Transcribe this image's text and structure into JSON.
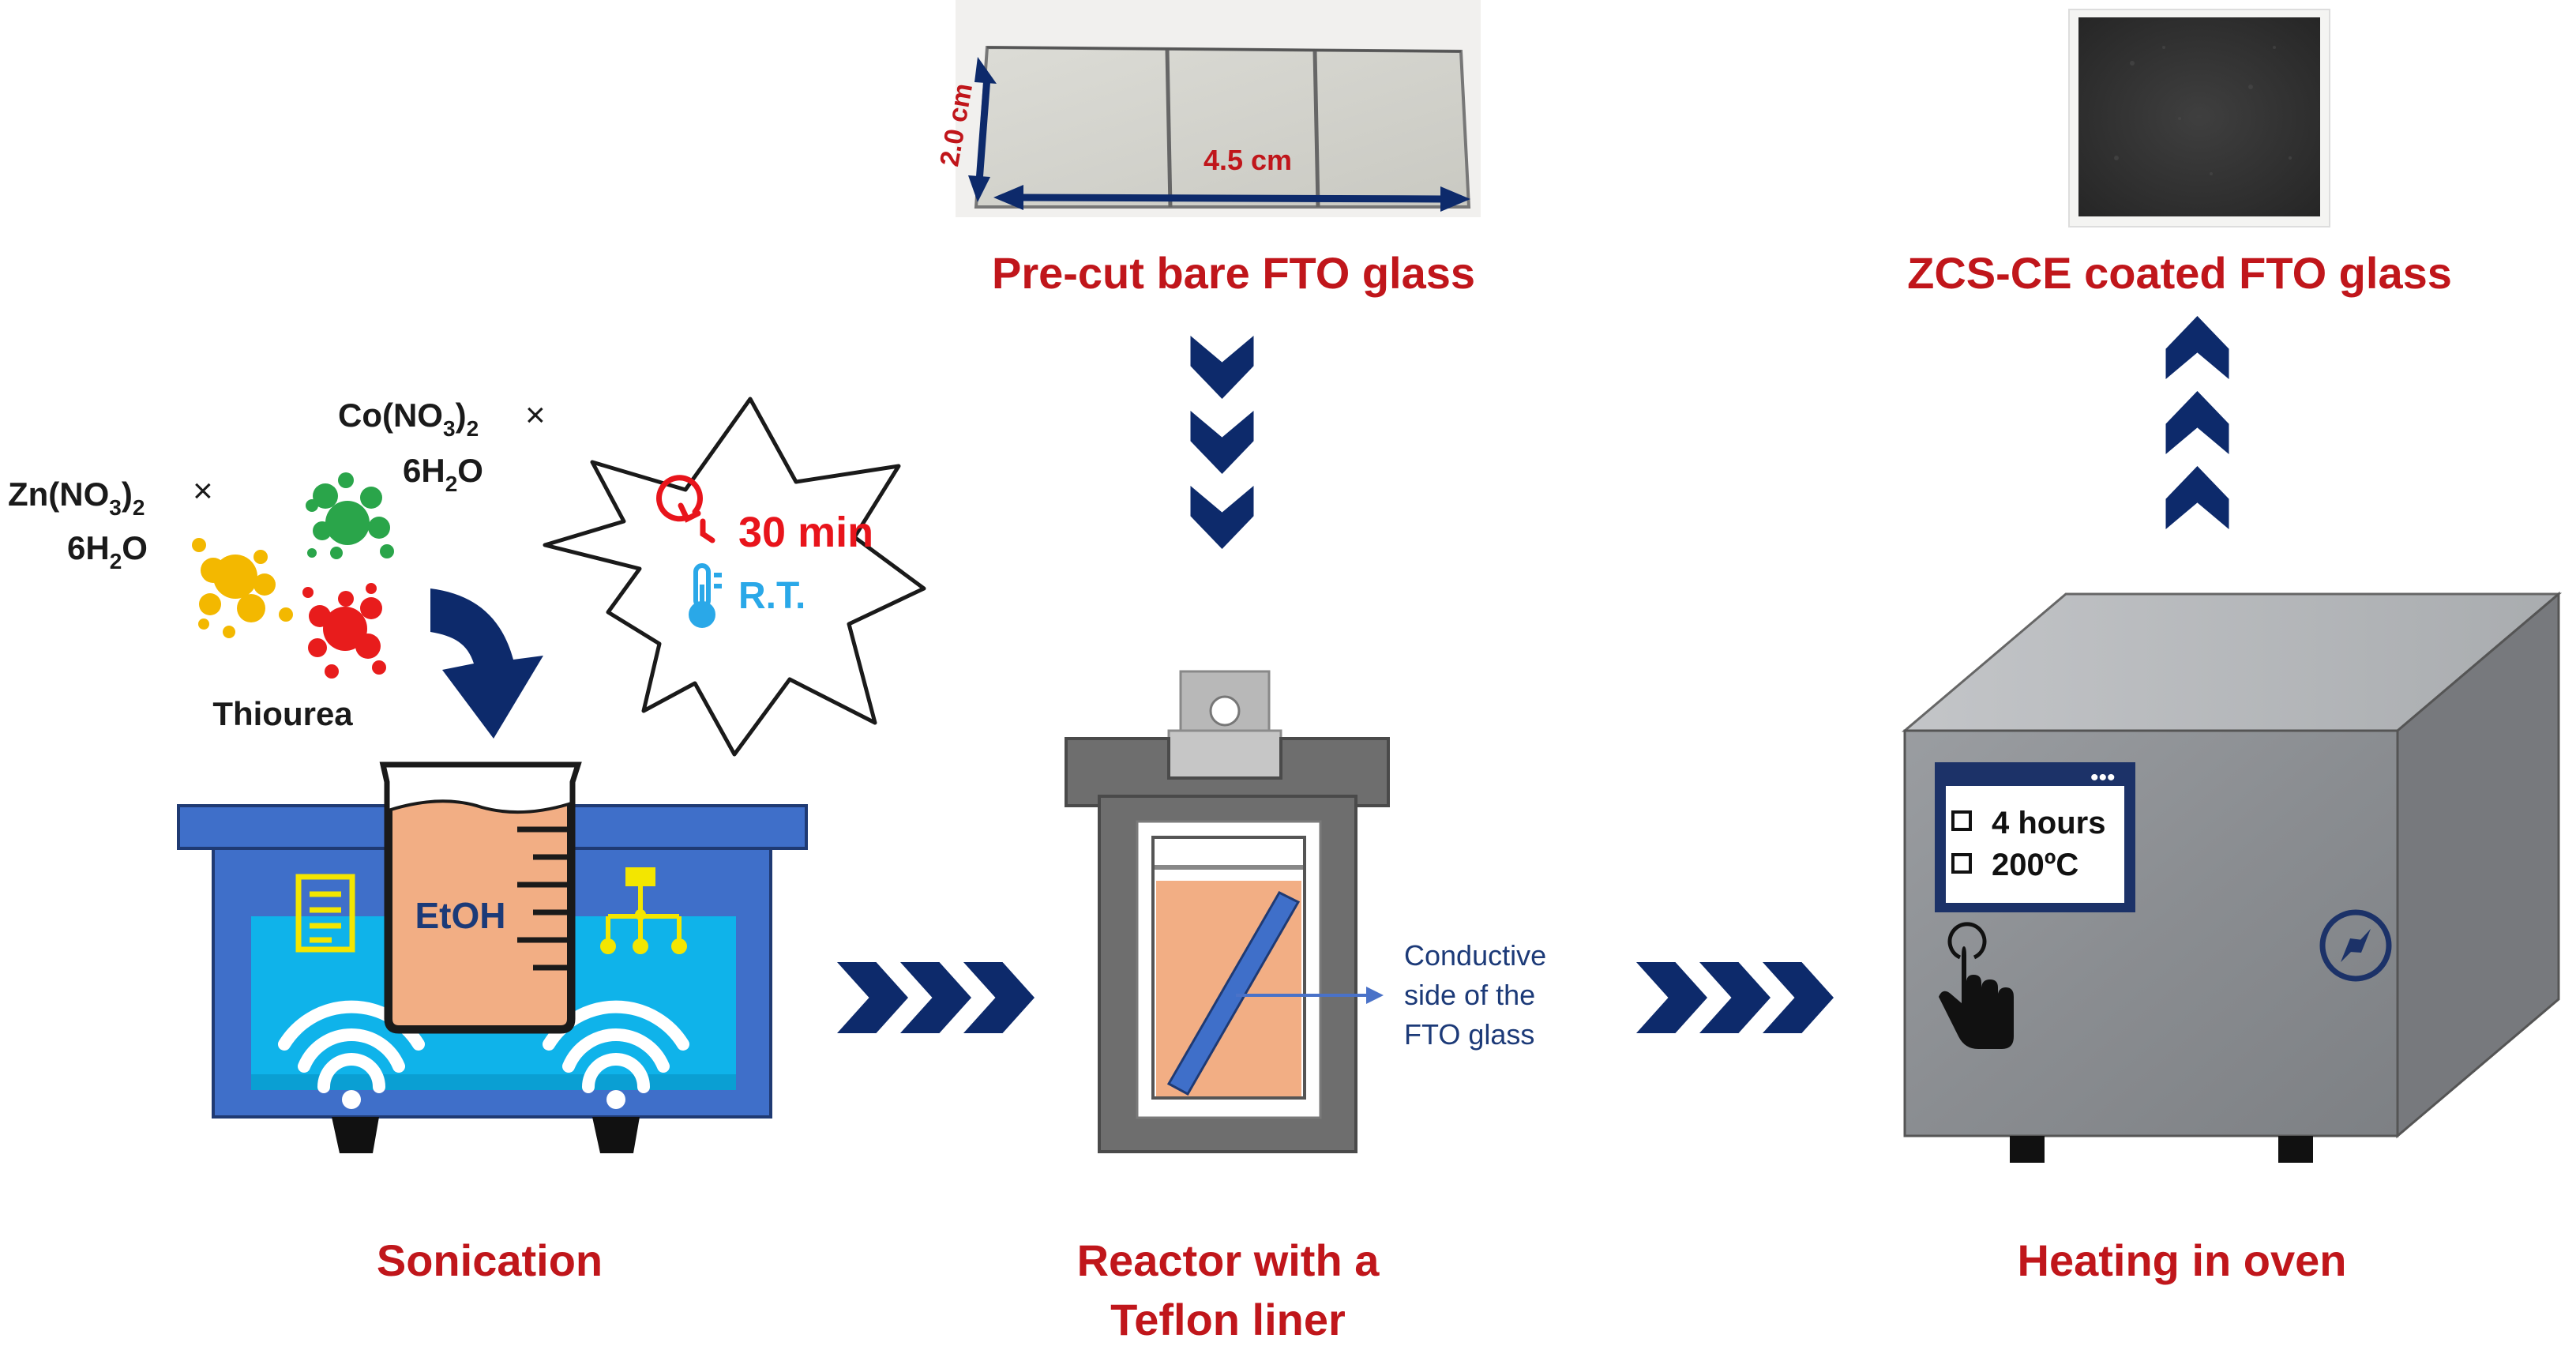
{
  "colors": {
    "label_red": "#c0161b",
    "arrow_navy": "#0d2a6b",
    "tank_blue": "#3f6fc9",
    "water_blue": "#0fb3ea",
    "solution_orange": "#f2ae84",
    "timer_red": "#e8141b",
    "temp_blue": "#2aa8e8",
    "zn_yellow": "#f3b800",
    "co_green": "#2aa54a",
    "thiourea_red": "#e81c1c",
    "oven_gray": "#8a8d91"
  },
  "icons": [
    "clock-icon",
    "thermometer-icon",
    "document-icon",
    "network-icon",
    "wifi-icon",
    "touch-hand-icon",
    "compass-icon",
    "checkbox-icon"
  ],
  "labels": {
    "precut": "Pre-cut bare FTO glass",
    "coated": "ZCS-CE coated FTO glass",
    "sonication": "Sonication",
    "reactor_line1": "Reactor with a",
    "reactor_line2": "Teflon liner",
    "heating": "Heating in oven"
  },
  "dimensions": {
    "height": "2.0 cm",
    "width": "4.5 cm"
  },
  "chemicals": {
    "zn_formula": "Zn(NO",
    "zn_sub1": "3",
    "zn_close": ")",
    "zn_sub2": "2",
    "zn_times": "×",
    "zn_hydrate_a": "6H",
    "zn_hydrate_sub": "2",
    "zn_hydrate_b": "O",
    "co_formula": "Co(NO",
    "co_sub1": "3",
    "co_close": ")",
    "co_sub2": "2",
    "co_times": "×",
    "co_hydrate_a": "6H",
    "co_hydrate_sub": "2",
    "co_hydrate_b": "O",
    "thiourea": "Thiourea"
  },
  "conditions": {
    "time": "30 min",
    "temp": "R.T."
  },
  "beaker_label": "EtOH",
  "conductive_note": [
    "Conductive",
    "side of the",
    "FTO glass"
  ],
  "oven_display": {
    "line1": "4 hours",
    "line2": "200ºC",
    "dots": "•••"
  }
}
